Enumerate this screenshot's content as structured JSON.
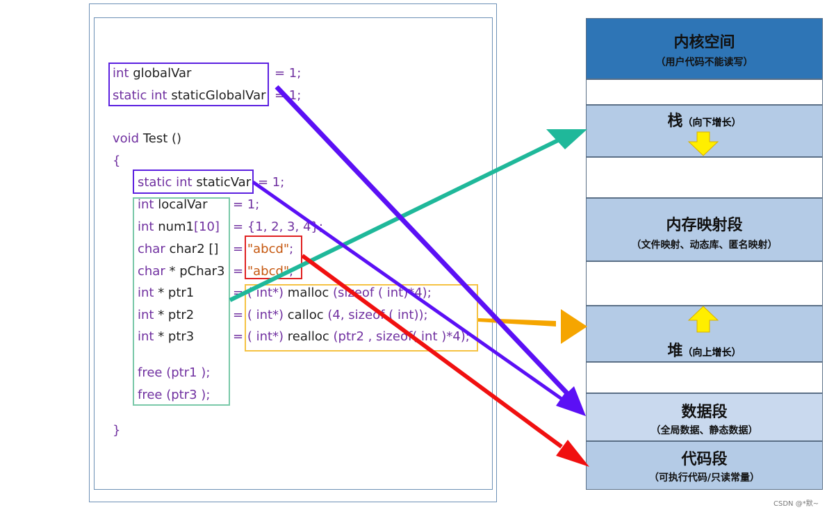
{
  "code": {
    "line1_a": "int",
    "line1_b": " globalVar",
    "line1_c": "= 1;",
    "line2_a": "static int",
    "line2_b": " staticGlobalVar",
    "line2_c": "= 1;",
    "void_kw": "void",
    "void_rest": " Test ()",
    "open_brace": "{",
    "sv_a": "static int",
    "sv_b": " staticVar",
    "sv_c": "= 1;",
    "lv_a": "int",
    "lv_b": " localVar",
    "lv_c": "= 1;",
    "n1_a": "int",
    "n1_b": " num1",
    "n1_c": "[10]",
    "n1_d": "= {1, 2, 3, 4};",
    "c2_a": "char",
    "c2_b": " char2 []",
    "c2_eq": "=",
    "c2_str": "\"abcd\"",
    "c2_end": ";",
    "c3_a": "char",
    "c3_b": " * pChar3",
    "c3_eq": "=",
    "c3_str": "\"abcd\"",
    "c3_end": ";",
    "p1_a": "int",
    "p1_b": " * ptr1",
    "p1_eq": "=",
    "p1_rhs_a": "( int*)",
    "p1_rhs_b": " malloc ",
    "p1_rhs_c": "(sizeof ( int)*4);",
    "p2_a": "int",
    "p2_b": " * ptr2",
    "p2_eq": "=",
    "p2_rhs_a": "( int*)",
    "p2_rhs_b": " calloc ",
    "p2_rhs_c": "(4, sizeof ( int));",
    "p3_a": "int",
    "p3_b": " * ptr3",
    "p3_eq": "=",
    "p3_rhs_a": "( int*)",
    "p3_rhs_b": " realloc ",
    "p3_rhs_c": "(ptr2 , sizeof( int )*4);",
    "free1": "free (ptr1 );",
    "free3": "free (ptr3 );",
    "close_brace": "}"
  },
  "memory": {
    "kernel_title": "内核空间",
    "kernel_sub": "（用户代码不能读写）",
    "stack_title": "栈",
    "stack_sub": "（向下增长）",
    "mmap_title": "内存映射段",
    "mmap_sub": "（文件映射、动态库、匿名映射）",
    "heap_title": "堆",
    "heap_sub": "（向上增长）",
    "data_title": "数据段",
    "data_sub": "（全局数据、静态数据）",
    "code_title": "代码段",
    "code_sub": "（可执行代码/只读常量）"
  },
  "colors": {
    "kernel_bg": "#2e75b6",
    "segment_bg": "#b4cbe6",
    "data_bg": "#c9d9ee",
    "gap_bg": "#ffffff",
    "keyword": "#7030a0",
    "plain": "#1f1f1f",
    "string": "#c65911",
    "arrow_stack": "#1fb89a",
    "arrow_heap": "#f5a500",
    "arrow_data": "#5b10f5",
    "arrow_code": "#f01010",
    "growth_arrow": "#ffee00"
  },
  "credit": "CSDN @*默~"
}
